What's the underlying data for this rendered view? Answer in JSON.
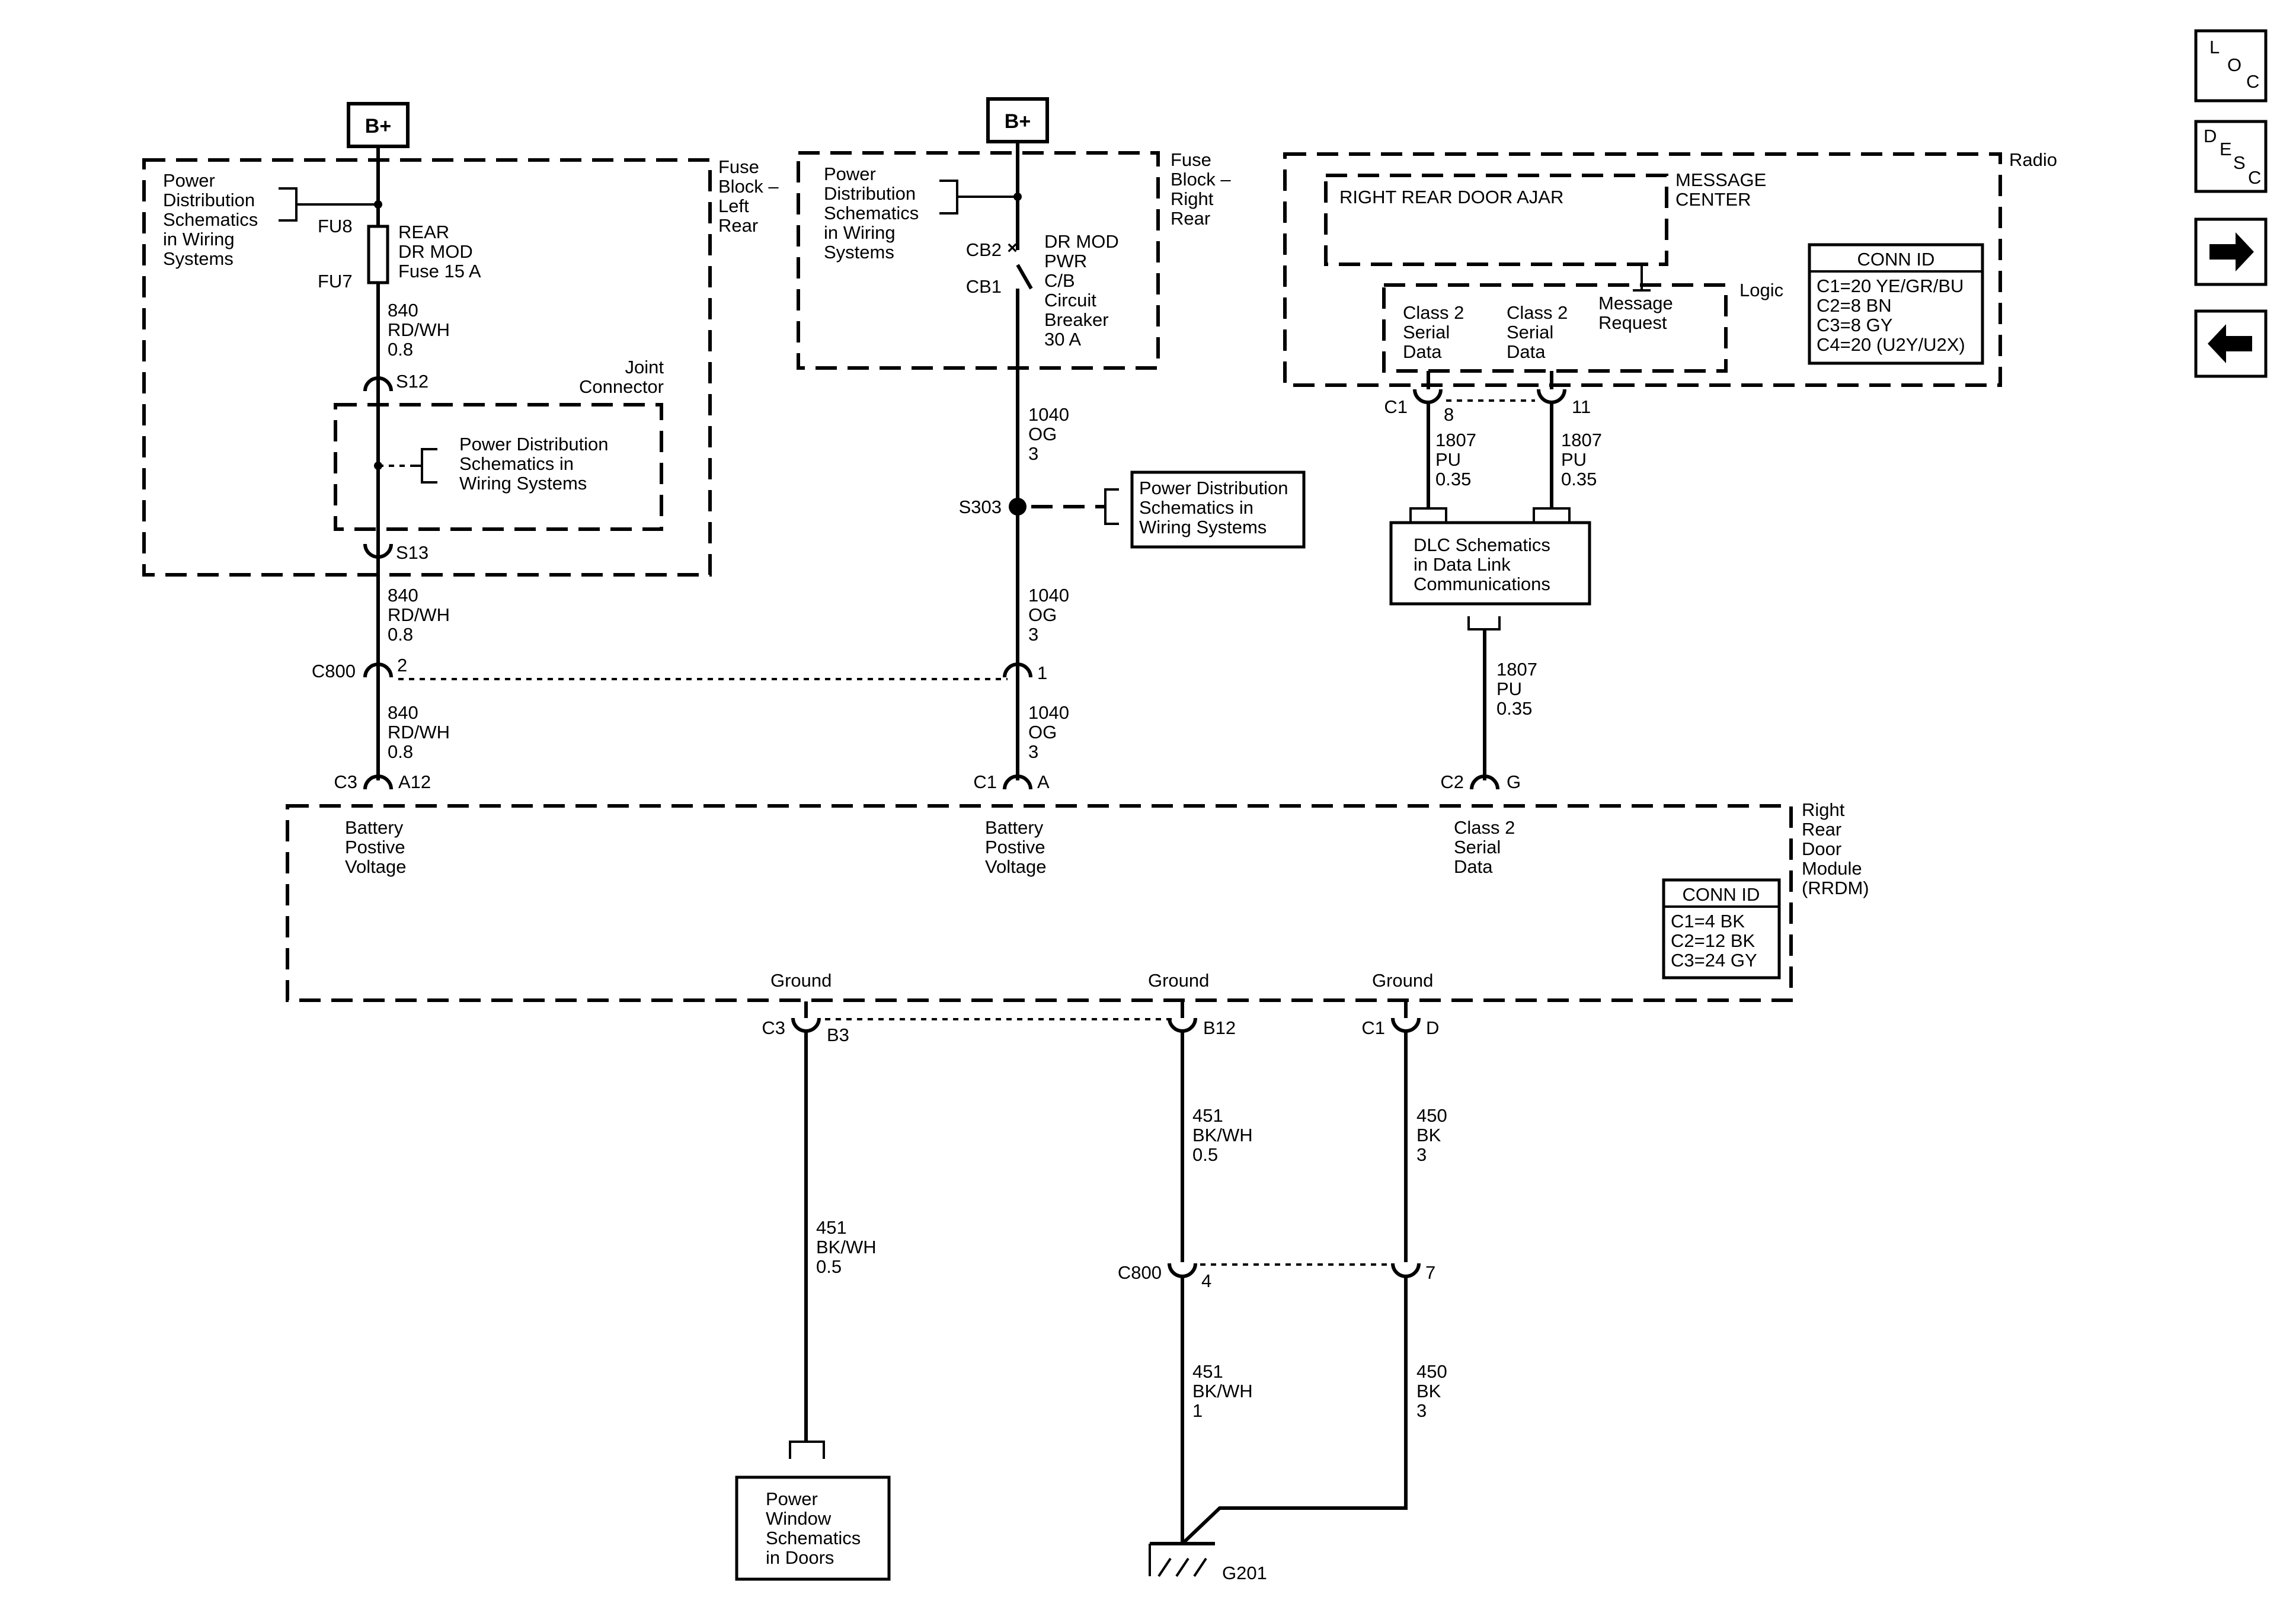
{
  "power": {
    "bplus_left": "B+",
    "bplus_mid": "B+"
  },
  "fuse_block_left": {
    "label": [
      "Fuse",
      "Block –",
      "Left",
      "Rear"
    ],
    "ref": [
      "Power",
      "Distribution",
      "Schematics",
      "in Wiring",
      "Systems"
    ],
    "fu8": "FU8",
    "fu7": "FU7",
    "fuse": [
      "REAR",
      "DR MOD",
      "Fuse 15 A"
    ],
    "joint_label": [
      "Joint",
      "Connector"
    ],
    "joint_ref": [
      "Power Distribution",
      "Schematics in",
      "Wiring Systems"
    ],
    "s12": "S12",
    "s13": "S13"
  },
  "fuse_block_right": {
    "label": [
      "Fuse",
      "Block –",
      "Right",
      "Rear"
    ],
    "ref": [
      "Power",
      "Distribution",
      "Schematics",
      "in Wiring",
      "Systems"
    ],
    "cb2": "CB2",
    "cb1": "CB1",
    "breaker": [
      "DR MOD",
      "PWR",
      "C/B",
      "Circuit",
      "Breaker",
      "30 A"
    ]
  },
  "wires": {
    "w840_1": [
      "840",
      "RD/WH",
      "0.8"
    ],
    "w840_2": [
      "840",
      "RD/WH",
      "0.8"
    ],
    "w840_3": [
      "840",
      "RD/WH",
      "0.8"
    ],
    "w1040_1": [
      "1040",
      "OG",
      "3"
    ],
    "w1040_2": [
      "1040",
      "OG",
      "3"
    ],
    "w1040_3": [
      "1040",
      "OG",
      "3"
    ],
    "w1807_l": [
      "1807",
      "PU",
      "0.35"
    ],
    "w1807_r": [
      "1807",
      "PU",
      "0.35"
    ],
    "w1807_b": [
      "1807",
      "PU",
      "0.35"
    ],
    "w451_a": [
      "451",
      "BK/WH",
      "0.5"
    ],
    "w451_b": [
      "451",
      "BK/WH",
      "0.5"
    ],
    "w451_c": [
      "451",
      "BK/WH",
      "1"
    ],
    "w450_a": [
      "450",
      "BK",
      "3"
    ],
    "w450_b": [
      "450",
      "BK",
      "3"
    ]
  },
  "splice": {
    "s303": "S303",
    "ref": [
      "Power Distribution",
      "Schematics in",
      "Wiring Systems"
    ]
  },
  "radio": {
    "label": "Radio",
    "message_center": [
      "MESSAGE",
      "CENTER"
    ],
    "door_ajar": "RIGHT REAR DOOR AJAR",
    "logic": "Logic",
    "class2_a": [
      "Class 2",
      "Serial",
      "Data"
    ],
    "class2_b": [
      "Class 2",
      "Serial",
      "Data"
    ],
    "message_request": [
      "Message",
      "Request"
    ],
    "conn_title": "CONN ID",
    "conn_items": [
      "C1=20 YE/GR/BU",
      "C2=8 BN",
      "C3=8 GY",
      "C4=20 (U2Y/U2X)"
    ],
    "c1": "C1",
    "pin8": "8",
    "pin11": "11"
  },
  "dlc": {
    "text": [
      "DLC Schematics",
      "in Data Link",
      "Communications"
    ]
  },
  "c800_top": {
    "id": "C800",
    "pin2": "2",
    "pin1": "1"
  },
  "rrdm": {
    "label": [
      "Right",
      "Rear",
      "Door",
      "Module",
      "(RRDM)"
    ],
    "c3": "C3",
    "a12": "A12",
    "c1": "C1",
    "a": "A",
    "c2": "C2",
    "g": "G",
    "bat1": [
      "Battery",
      "Postive",
      "Voltage"
    ],
    "bat2": [
      "Battery",
      "Postive",
      "Voltage"
    ],
    "class2": [
      "Class 2",
      "Serial",
      "Data"
    ],
    "conn_title": "CONN ID",
    "conn_items": [
      "C1=4 BK",
      "C2=12 BK",
      "C3=24 GY"
    ],
    "ground1": "Ground",
    "ground2": "Ground",
    "ground3": "Ground",
    "g_c3": "C3",
    "g_b3": "B3",
    "g_b12": "B12",
    "g_c1": "C1",
    "g_d": "D"
  },
  "c800_bottom": {
    "id": "C800",
    "pin4": "4",
    "pin7": "7"
  },
  "power_window": {
    "text": [
      "Power",
      "Window",
      "Schematics",
      "in Doors"
    ]
  },
  "ground": {
    "g201": "G201"
  },
  "nav": {
    "loc": [
      "L",
      "O",
      "C"
    ],
    "desc": [
      "D",
      "E",
      "S",
      "C"
    ],
    "next_icon": "arrow-right",
    "prev_icon": "arrow-left"
  }
}
